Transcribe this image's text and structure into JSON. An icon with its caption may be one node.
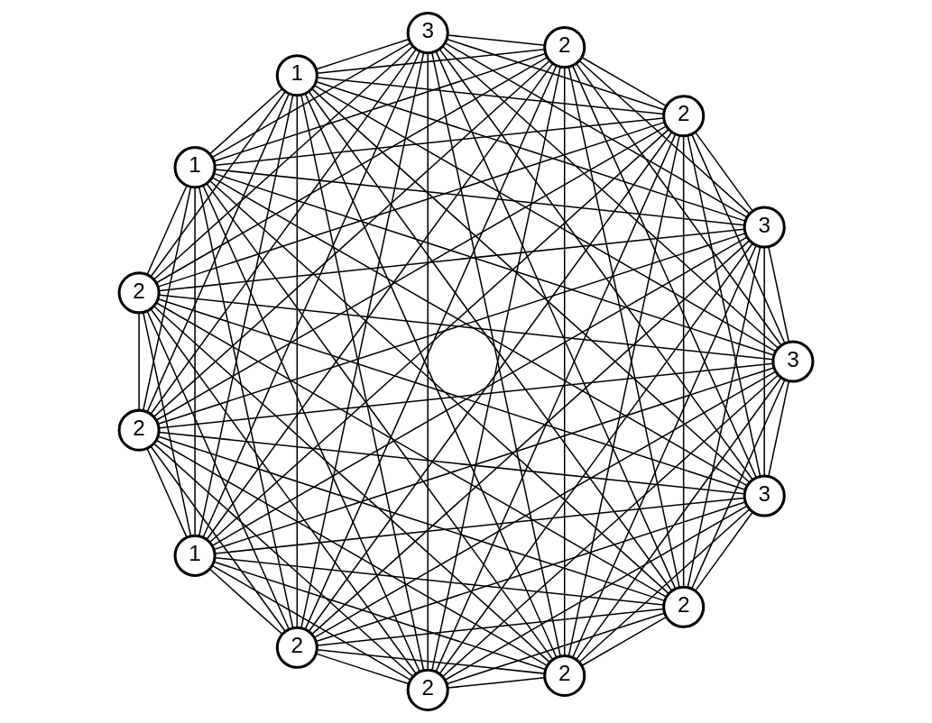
{
  "diagram": {
    "nodes": [
      {
        "text": [
          "3"
        ]
      },
      {
        "text": [
          "3"
        ]
      },
      {
        "text": [
          "2"
        ]
      },
      {
        "text": [
          "2"
        ]
      },
      {
        "text": [
          "2"
        ]
      },
      {
        "text": [
          "1"
        ]
      },
      {
        "text": [
          "2"
        ]
      },
      {
        "text": [
          "2"
        ]
      },
      {
        "text": [
          "1"
        ]
      },
      {
        "text": [
          "1"
        ]
      },
      {
        "text": [
          "3"
        ]
      },
      {
        "text": [
          "2"
        ]
      },
      {
        "text": [
          "2"
        ]
      },
      {
        "text": [
          "3"
        ]
      },
      {
        "text": [
          "2"
        ]
      }
    ],
    "edges": [
      {
        "from": 0,
        "to": 1,
        "arrow": "none"
      },
      {
        "from": 0,
        "to": 2,
        "arrow": "none"
      },
      {
        "from": 0,
        "to": 3,
        "arrow": "none"
      },
      {
        "from": 0,
        "to": 4,
        "arrow": "none"
      },
      {
        "from": 0,
        "to": 5,
        "arrow": "none"
      },
      {
        "from": 0,
        "to": 6,
        "arrow": "none"
      },
      {
        "from": 0,
        "to": 7,
        "arrow": "none"
      },
      {
        "from": 0,
        "to": 8,
        "arrow": "none"
      },
      {
        "from": 0,
        "to": 9,
        "arrow": "none"
      },
      {
        "from": 0,
        "to": 10,
        "arrow": "none"
      },
      {
        "from": 0,
        "to": 11,
        "arrow": "none"
      },
      {
        "from": 0,
        "to": 12,
        "arrow": "none"
      },
      {
        "from": 0,
        "to": 13,
        "arrow": "none"
      },
      {
        "from": 0,
        "to": 14,
        "arrow": "none"
      },
      {
        "from": 1,
        "to": 2,
        "arrow": "none"
      },
      {
        "from": 1,
        "to": 3,
        "arrow": "none"
      },
      {
        "from": 1,
        "to": 4,
        "arrow": "none"
      },
      {
        "from": 1,
        "to": 5,
        "arrow": "none"
      },
      {
        "from": 1,
        "to": 6,
        "arrow": "none"
      },
      {
        "from": 1,
        "to": 7,
        "arrow": "none"
      },
      {
        "from": 1,
        "to": 8,
        "arrow": "none"
      },
      {
        "from": 1,
        "to": 9,
        "arrow": "none"
      },
      {
        "from": 1,
        "to": 10,
        "arrow": "none"
      },
      {
        "from": 1,
        "to": 11,
        "arrow": "none"
      },
      {
        "from": 1,
        "to": 12,
        "arrow": "none"
      },
      {
        "from": 1,
        "to": 13,
        "arrow": "none"
      },
      {
        "from": 1,
        "to": 14,
        "arrow": "none"
      },
      {
        "from": 2,
        "to": 3,
        "arrow": "none"
      },
      {
        "from": 2,
        "to": 4,
        "arrow": "none"
      },
      {
        "from": 2,
        "to": 5,
        "arrow": "none"
      },
      {
        "from": 2,
        "to": 6,
        "arrow": "none"
      },
      {
        "from": 2,
        "to": 7,
        "arrow": "none"
      },
      {
        "from": 2,
        "to": 8,
        "arrow": "none"
      },
      {
        "from": 2,
        "to": 9,
        "arrow": "none"
      },
      {
        "from": 2,
        "to": 10,
        "arrow": "none"
      },
      {
        "from": 2,
        "to": 11,
        "arrow": "none"
      },
      {
        "from": 2,
        "to": 12,
        "arrow": "none"
      },
      {
        "from": 2,
        "to": 13,
        "arrow": "none"
      },
      {
        "from": 2,
        "to": 14,
        "arrow": "none"
      },
      {
        "from": 3,
        "to": 4,
        "arrow": "none"
      },
      {
        "from": 3,
        "to": 5,
        "arrow": "none"
      },
      {
        "from": 3,
        "to": 6,
        "arrow": "none"
      },
      {
        "from": 3,
        "to": 7,
        "arrow": "none"
      },
      {
        "from": 3,
        "to": 8,
        "arrow": "none"
      },
      {
        "from": 3,
        "to": 9,
        "arrow": "none"
      },
      {
        "from": 3,
        "to": 10,
        "arrow": "none"
      },
      {
        "from": 3,
        "to": 11,
        "arrow": "none"
      },
      {
        "from": 3,
        "to": 12,
        "arrow": "none"
      },
      {
        "from": 3,
        "to": 13,
        "arrow": "none"
      },
      {
        "from": 3,
        "to": 14,
        "arrow": "none"
      },
      {
        "from": 4,
        "to": 5,
        "arrow": "none"
      },
      {
        "from": 4,
        "to": 6,
        "arrow": "none"
      },
      {
        "from": 4,
        "to": 7,
        "arrow": "none"
      },
      {
        "from": 4,
        "to": 8,
        "arrow": "none"
      },
      {
        "from": 4,
        "to": 9,
        "arrow": "none"
      },
      {
        "from": 4,
        "to": 10,
        "arrow": "none"
      },
      {
        "from": 4,
        "to": 11,
        "arrow": "none"
      },
      {
        "from": 4,
        "to": 12,
        "arrow": "none"
      },
      {
        "from": 4,
        "to": 13,
        "arrow": "none"
      },
      {
        "from": 4,
        "to": 14,
        "arrow": "none"
      },
      {
        "from": 5,
        "to": 6,
        "arrow": "none"
      },
      {
        "from": 5,
        "to": 7,
        "arrow": "none"
      },
      {
        "from": 5,
        "to": 8,
        "arrow": "none"
      },
      {
        "from": 5,
        "to": 9,
        "arrow": "none"
      },
      {
        "from": 5,
        "to": 10,
        "arrow": "none"
      },
      {
        "from": 5,
        "to": 11,
        "arrow": "none"
      },
      {
        "from": 5,
        "to": 12,
        "arrow": "none"
      },
      {
        "from": 5,
        "to": 13,
        "arrow": "none"
      },
      {
        "from": 5,
        "to": 14,
        "arrow": "none"
      },
      {
        "from": 6,
        "to": 7,
        "arrow": "none"
      },
      {
        "from": 6,
        "to": 8,
        "arrow": "none"
      },
      {
        "from": 6,
        "to": 9,
        "arrow": "none"
      },
      {
        "from": 6,
        "to": 10,
        "arrow": "none"
      },
      {
        "from": 6,
        "to": 11,
        "arrow": "none"
      },
      {
        "from": 6,
        "to": 12,
        "arrow": "none"
      },
      {
        "from": 6,
        "to": 13,
        "arrow": "none"
      },
      {
        "from": 6,
        "to": 14,
        "arrow": "none"
      },
      {
        "from": 7,
        "to": 8,
        "arrow": "none"
      },
      {
        "from": 7,
        "to": 9,
        "arrow": "none"
      },
      {
        "from": 7,
        "to": 10,
        "arrow": "none"
      },
      {
        "from": 7,
        "to": 11,
        "arrow": "none"
      },
      {
        "from": 7,
        "to": 12,
        "arrow": "none"
      },
      {
        "from": 7,
        "to": 13,
        "arrow": "none"
      },
      {
        "from": 7,
        "to": 14,
        "arrow": "none"
      },
      {
        "from": 8,
        "to": 9,
        "arrow": "none"
      },
      {
        "from": 8,
        "to": 10,
        "arrow": "none"
      },
      {
        "from": 8,
        "to": 11,
        "arrow": "none"
      },
      {
        "from": 8,
        "to": 12,
        "arrow": "none"
      },
      {
        "from": 8,
        "to": 13,
        "arrow": "none"
      },
      {
        "from": 8,
        "to": 14,
        "arrow": "none"
      },
      {
        "from": 9,
        "to": 10,
        "arrow": "none"
      },
      {
        "from": 9,
        "to": 11,
        "arrow": "none"
      },
      {
        "from": 9,
        "to": 12,
        "arrow": "none"
      },
      {
        "from": 9,
        "to": 13,
        "arrow": "none"
      },
      {
        "from": 9,
        "to": 14,
        "arrow": "none"
      },
      {
        "from": 10,
        "to": 11,
        "arrow": "none"
      },
      {
        "from": 10,
        "to": 12,
        "arrow": "none"
      },
      {
        "from": 10,
        "to": 13,
        "arrow": "none"
      },
      {
        "from": 10,
        "to": 14,
        "arrow": "none"
      },
      {
        "from": 11,
        "to": 12,
        "arrow": "none"
      },
      {
        "from": 11,
        "to": 13,
        "arrow": "none"
      },
      {
        "from": 11,
        "to": 14,
        "arrow": "none"
      },
      {
        "from": 12,
        "to": 13,
        "arrow": "none"
      },
      {
        "from": 12,
        "to": 14,
        "arrow": "none"
      },
      {
        "from": 13,
        "to": 14,
        "arrow": "none"
      }
    ]
  }
}
